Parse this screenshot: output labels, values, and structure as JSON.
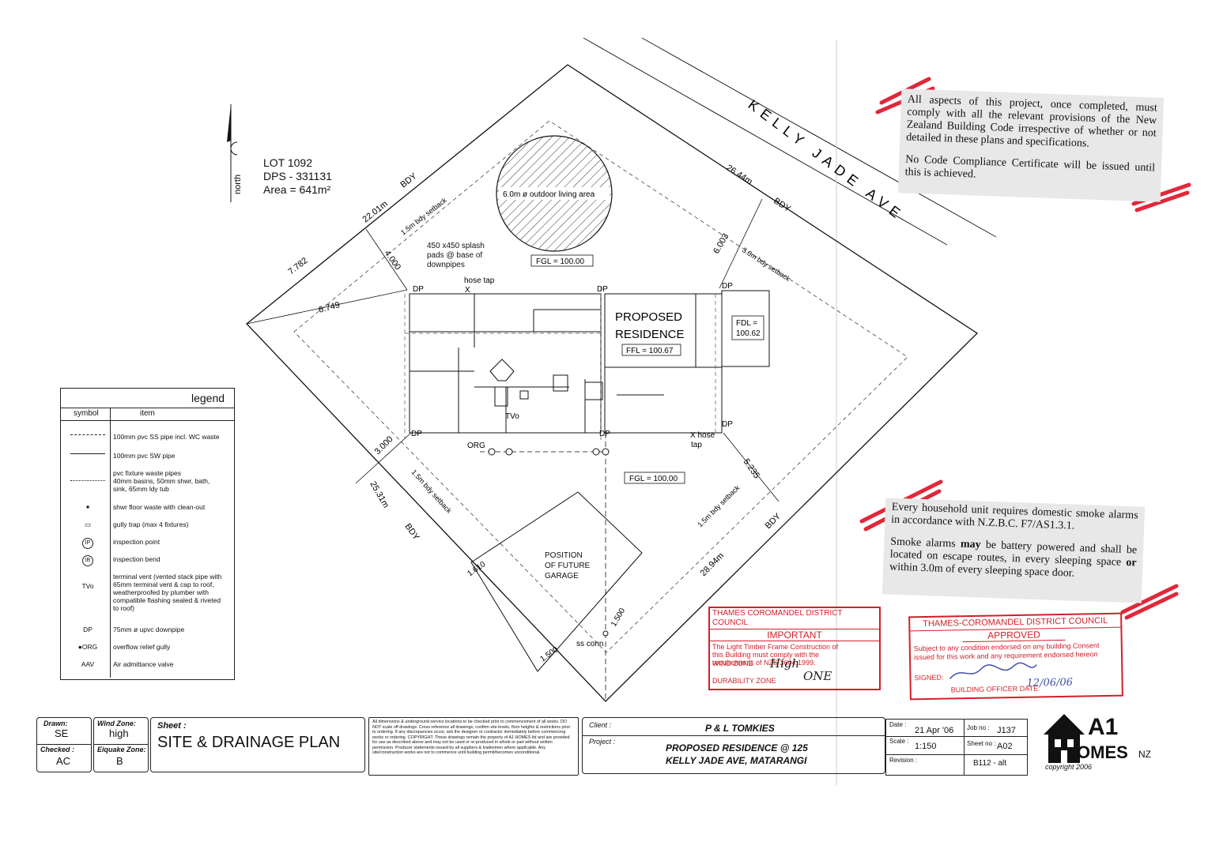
{
  "lot": {
    "line1": "LOT 1092",
    "line2": "DPS - 331131",
    "line3": "Area = 641m²"
  },
  "north_label": "north",
  "street": "KELLY JADE AVE",
  "plan_labels": {
    "bdy": "BDY",
    "dim_22_01": "22.01m",
    "dim_26_44": "26.44m",
    "dim_25_31": "25.31m",
    "dim_28_94": "28.94m",
    "dim_7_782": "7.782",
    "dim_6_749": "6.749",
    "dim_4_000": "4.000",
    "dim_6_003": "6.003",
    "dim_3_000": "3.000",
    "dim_5_235": "5.235",
    "dim_1_610": "1.610",
    "dim_1_500a": "1.500",
    "dim_1_500b": "1.500",
    "setback_15a": "1.5m bdy setback",
    "setback_30": "3.0m bdy setback",
    "setback_15b": "1.5m bdy setback",
    "setback_15c": "1.5m bdy setback",
    "outdoor_area": "6.0m ø outdoor living area",
    "splash_pads": "450 x450 splash\npads @ base of\ndownpipes",
    "fgl_top": "FGL = 100.00",
    "fgl_bottom": "FGL = 100.00",
    "hose_tap1": "hose tap",
    "hose_tap2": "X hose",
    "tap": "tap",
    "x_mark": "X",
    "dp": "DP",
    "proposed": "PROPOSED",
    "residence": "RESIDENCE",
    "ffl": "FFL = 100.67",
    "fdl": "FDL =",
    "fdl_val": "100.62",
    "tvo": "TVo",
    "org": "ORG",
    "garage": "POSITION\nOF FUTURE\nGARAGE",
    "ss_conn": "ss conn"
  },
  "notes": {
    "note1_p1": "All aspects of this project, once completed, must comply with all the relevant provisions of the New Zealand Building Code irrespective of whether or not detailed in these plans and specifications.",
    "note1_p2": "No Code Compliance Certificate will be issued until this is achieved.",
    "note2_p1": "Every household unit requires domestic smoke alarms in accordance with N.Z.B.C. F7/AS1.3.1.",
    "note2_p2a": "Smoke alarms ",
    "note2_p2b": "may",
    "note2_p2c": " be battery powered and shall be located on escape routes, in every sleeping space ",
    "note2_p2d": "or",
    "note2_p2e": " within 3.0m of every sleeping space door."
  },
  "stamp_important": {
    "council": "THAMES COROMANDEL DISTRICT COUNCIL",
    "heading": "IMPORTANT",
    "text": "The Light Timber Frame Construction of this Building must comply with the requirements of NZS 3604:1999.",
    "wind_zone": "WIND ZONE",
    "durability_zone": "DURABILITY ZONE",
    "wind_val": "High",
    "durability_val": "ONE"
  },
  "stamp_approved": {
    "council": "THAMES-COROMANDEL DISTRICT COUNCIL",
    "heading": "APPROVED",
    "text": "Subject to any condition endorsed on any building Consent issued for this work and any requirement endorsed hereon",
    "signed": "SIGNED:",
    "officer": "BUILDING OFFICER DATE:",
    "date": "12/06/06"
  },
  "legend": {
    "title": "legend",
    "col_symbol": "symbol",
    "col_item": "item",
    "rows": [
      {
        "symbol": "",
        "item": "100mm pvc SS pipe incl. WC waste"
      },
      {
        "symbol": "",
        "item": "100mm pvc SW pipe"
      },
      {
        "symbol": "",
        "item": "pvc fixture waste pipes\n40mm basins, 50mm shwr, bath,\nsink, 65mm ldy tub"
      },
      {
        "symbol": "✦",
        "item": "shwr floor waste with clean-out"
      },
      {
        "symbol": "▭",
        "item": "gully trap (max 4 fixtures)"
      },
      {
        "symbol": "IP",
        "item": "inspection point"
      },
      {
        "symbol": "IB",
        "item": "inspection bend"
      },
      {
        "symbol": "TVo",
        "item": "terminal vent (vented stack pipe with\n65mm terminal vent & cap to roof,\nweatherproofed by plumber with\ncompatible flashing sealed & riveted\nto roof)"
      },
      {
        "symbol": "DP",
        "item": "75mm ø upvc downpipe"
      },
      {
        "symbol": "●ORG",
        "item": "overflow relief gully"
      },
      {
        "symbol": "AAV",
        "item": "Air admittance valve"
      }
    ]
  },
  "title_block": {
    "drawn_label": "Drawn:",
    "drawn": "SE",
    "checked_label": "Checked :",
    "checked": "AC",
    "wind_label": "Wind Zone:",
    "wind": "high",
    "eq_label": "Eiquake Zone:",
    "eq": "B",
    "sheet_label": "Sheet :",
    "sheet": "SITE & DRAINAGE PLAN",
    "disclaimer": "All dimensions & underground service locations to be checked prior to commencement of all works. DO NOT scale off drawings. Cross reference all drawings, confirm site levels, floor heights & restrictions prior to ordering. If any discrepancies occur, ask the designer or contractor immediately before commencing works or ordering. COPYRIGHT: These drawings remain the property of A1 HOMES ltd and are provided for use as described above and may not be used or re-produced in whole or part without written permission. Producer statements issued by all suppliers & tradesmen where applicable. Any site/construction works are not to commence until building permit/becomes unconditional.",
    "client_label": "Client :",
    "client": "P & L TOMKIES",
    "project_label": "Project :",
    "project1": "PROPOSED RESIDENCE @ 125",
    "project2": "KELLY JADE AVE, MATARANGI",
    "date_label": "Date :",
    "date": "21 Apr '06",
    "job_label": "Job no :",
    "job": "J137",
    "scale_label": "Scale :",
    "scale": "1:150",
    "sheetno_label": "Sheet no :",
    "sheetno": "A02",
    "revision_label": "Revision :",
    "revision": "B112 - alt"
  },
  "logo": {
    "a1": "A1",
    "homes": "OMES",
    "nz": "NZ",
    "copyright": "copyright 2006"
  },
  "colors": {
    "stamp_red": "#d21f2a",
    "note_grey": "#e8e8e8",
    "highlight": "#e0283a",
    "ink_blue": "#3f4fa8"
  }
}
